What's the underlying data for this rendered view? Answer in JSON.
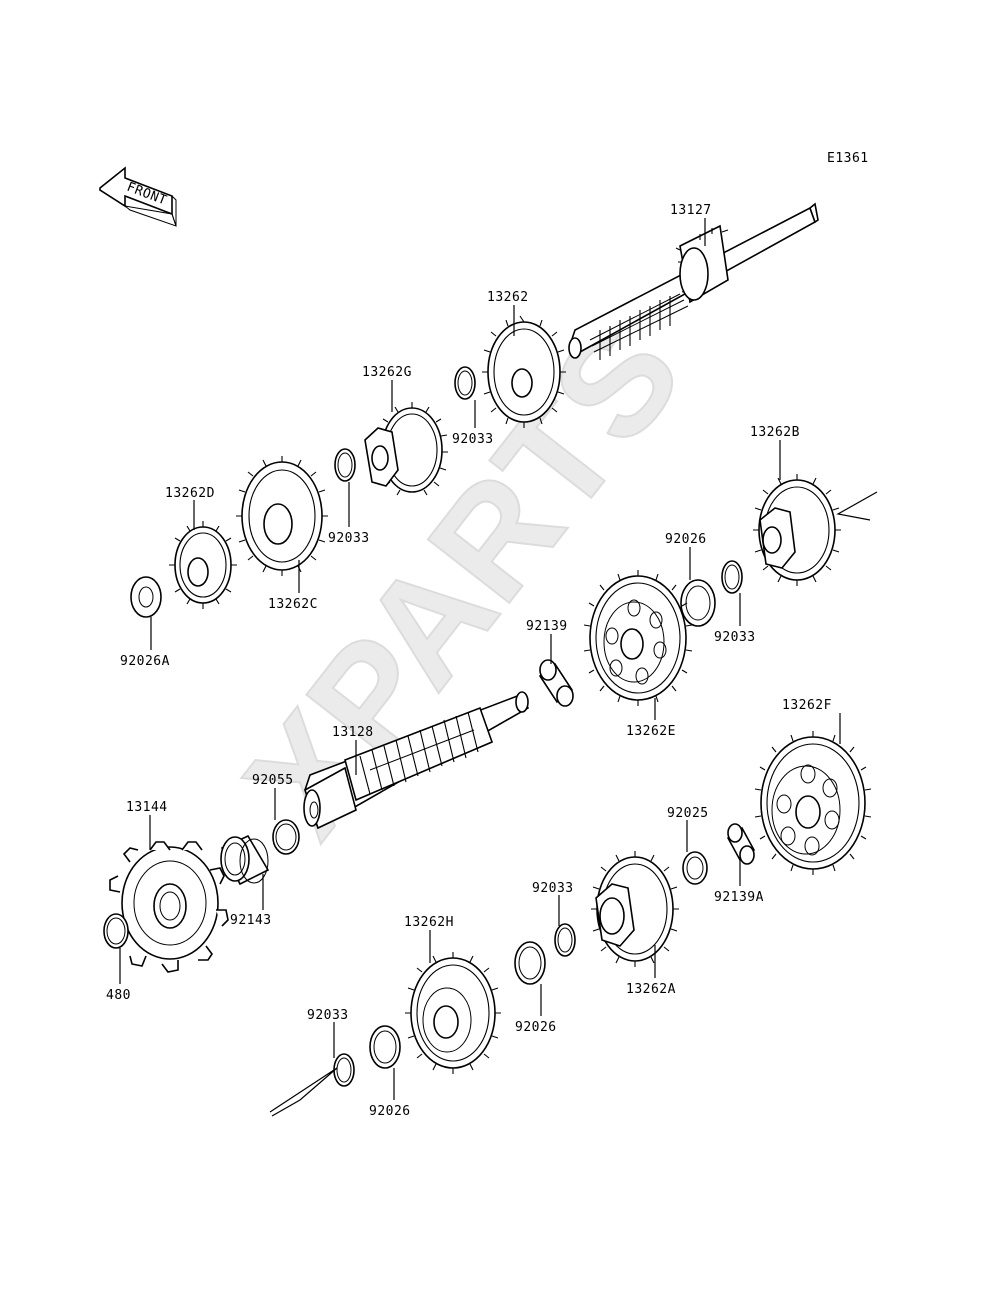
{
  "diagram": {
    "code": "E1361",
    "front_label": "FRONT",
    "watermark": "XPARTS",
    "callouts": [
      {
        "id": "c-13127",
        "text": "13127"
      },
      {
        "id": "c-13262",
        "text": "13262"
      },
      {
        "id": "c-13262G",
        "text": "13262G"
      },
      {
        "id": "c-92033-a",
        "text": "92033"
      },
      {
        "id": "c-92033-b",
        "text": "92033"
      },
      {
        "id": "c-13262D",
        "text": "13262D"
      },
      {
        "id": "c-13262C",
        "text": "13262C"
      },
      {
        "id": "c-92026A",
        "text": "92026A"
      },
      {
        "id": "c-13262B",
        "text": "13262B"
      },
      {
        "id": "c-92026-a",
        "text": "92026"
      },
      {
        "id": "c-92033-c",
        "text": "92033"
      },
      {
        "id": "c-92139",
        "text": "92139"
      },
      {
        "id": "c-13262E",
        "text": "13262E"
      },
      {
        "id": "c-13128",
        "text": "13128"
      },
      {
        "id": "c-92055",
        "text": "92055"
      },
      {
        "id": "c-13144",
        "text": "13144"
      },
      {
        "id": "c-92143",
        "text": "92143"
      },
      {
        "id": "c-480",
        "text": "480"
      },
      {
        "id": "c-13262F",
        "text": "13262F"
      },
      {
        "id": "c-92025",
        "text": "92025"
      },
      {
        "id": "c-92139A",
        "text": "92139A"
      },
      {
        "id": "c-92033-d",
        "text": "92033"
      },
      {
        "id": "c-13262A",
        "text": "13262A"
      },
      {
        "id": "c-13262H",
        "text": "13262H"
      },
      {
        "id": "c-92026-b",
        "text": "92026"
      },
      {
        "id": "c-92033-e",
        "text": "92033"
      },
      {
        "id": "c-92026-c",
        "text": "92026"
      }
    ]
  }
}
